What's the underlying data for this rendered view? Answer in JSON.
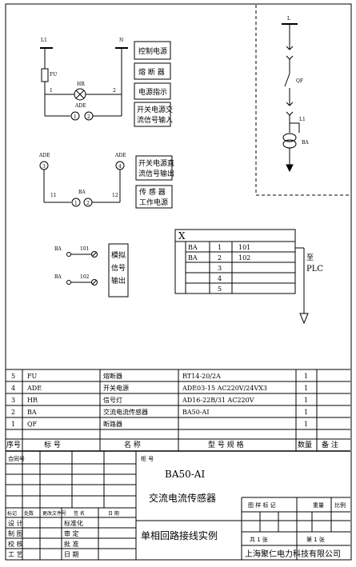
{
  "power_circuit": {
    "l1": "L1",
    "n": "N",
    "fu": "FU",
    "hr": "HR",
    "one": "1",
    "two": "2",
    "ade": "ADE",
    "t1": "1",
    "t2": "2",
    "labels": [
      "控制电源",
      "熔 断 器",
      "电源指示",
      "开关电源交",
      "流信号输入"
    ]
  },
  "output_circuit": {
    "ade_left": "ADE",
    "ade_right": "ADE",
    "t3": "3",
    "t4": "4",
    "n11": "11",
    "n12": "12",
    "ba": "BA",
    "t1": "1",
    "t2": "2",
    "labels": [
      "开关电源直",
      "流信号输出",
      "传 感 器",
      "工作电源"
    ]
  },
  "signal_circuit": {
    "ba1": "BA",
    "ba2": "BA",
    "n101": "101",
    "n102": "102",
    "labels": [
      "模拟",
      "信号",
      "输出"
    ]
  },
  "main_circuit": {
    "l": "L",
    "qf": "QF",
    "l1": "L1",
    "ba": "BA"
  },
  "terminal_block": {
    "title": "X",
    "rows": [
      {
        "dev": "BA",
        "no": "1",
        "wire": "101"
      },
      {
        "dev": "BA",
        "no": "2",
        "wire": "102"
      },
      {
        "dev": "",
        "no": "3",
        "wire": ""
      },
      {
        "dev": "",
        "no": "4",
        "wire": ""
      },
      {
        "dev": "",
        "no": "5",
        "wire": ""
      }
    ],
    "to": "至",
    "plc": "PLC"
  },
  "bom": {
    "rows": [
      {
        "seq": "5",
        "code": "FU",
        "name": "熔断器",
        "model": "RT14-20/2A",
        "qty": "1"
      },
      {
        "seq": "4",
        "code": "ADE",
        "name": "开关电源",
        "model": "ADE03-15 AC220V/24VX3",
        "qty": "1"
      },
      {
        "seq": "3",
        "code": "HR",
        "name": "信号灯",
        "model": "AD16-22B/31  AC220V",
        "qty": "1"
      },
      {
        "seq": "2",
        "code": "BA",
        "name": "交流电流传感器",
        "model": "BA50-AI",
        "qty": "1"
      },
      {
        "seq": "1",
        "code": "QF",
        "name": "断路器",
        "model": "",
        "qty": "1"
      }
    ],
    "header": {
      "seq": "序号",
      "code": "标    号",
      "name": "名    称",
      "model": "型 号 规 格",
      "qty": "数量",
      "remark": "备 注"
    }
  },
  "title_block": {
    "contract_no": "合同号",
    "cabinet_no": "柜 号",
    "model": "BA50-AI",
    "product": "交流电流传感器",
    "drawing": "单相回路接线实例",
    "rev_headers": [
      "标记",
      "处数",
      "更改文件号",
      "签  名",
      "日  期"
    ],
    "roles_left": [
      "设  计",
      "制  图",
      "校  核",
      "工  艺"
    ],
    "roles_mid": [
      "标准化",
      "审  定",
      "批  准",
      "日  期"
    ],
    "drawing_mark": "图 样 标 记",
    "weight": "重量",
    "scale": "比例",
    "total_sheets": "共 1 张",
    "sheet_no": "第 1 张",
    "company": "上海聚仁电力科技有限公司"
  }
}
